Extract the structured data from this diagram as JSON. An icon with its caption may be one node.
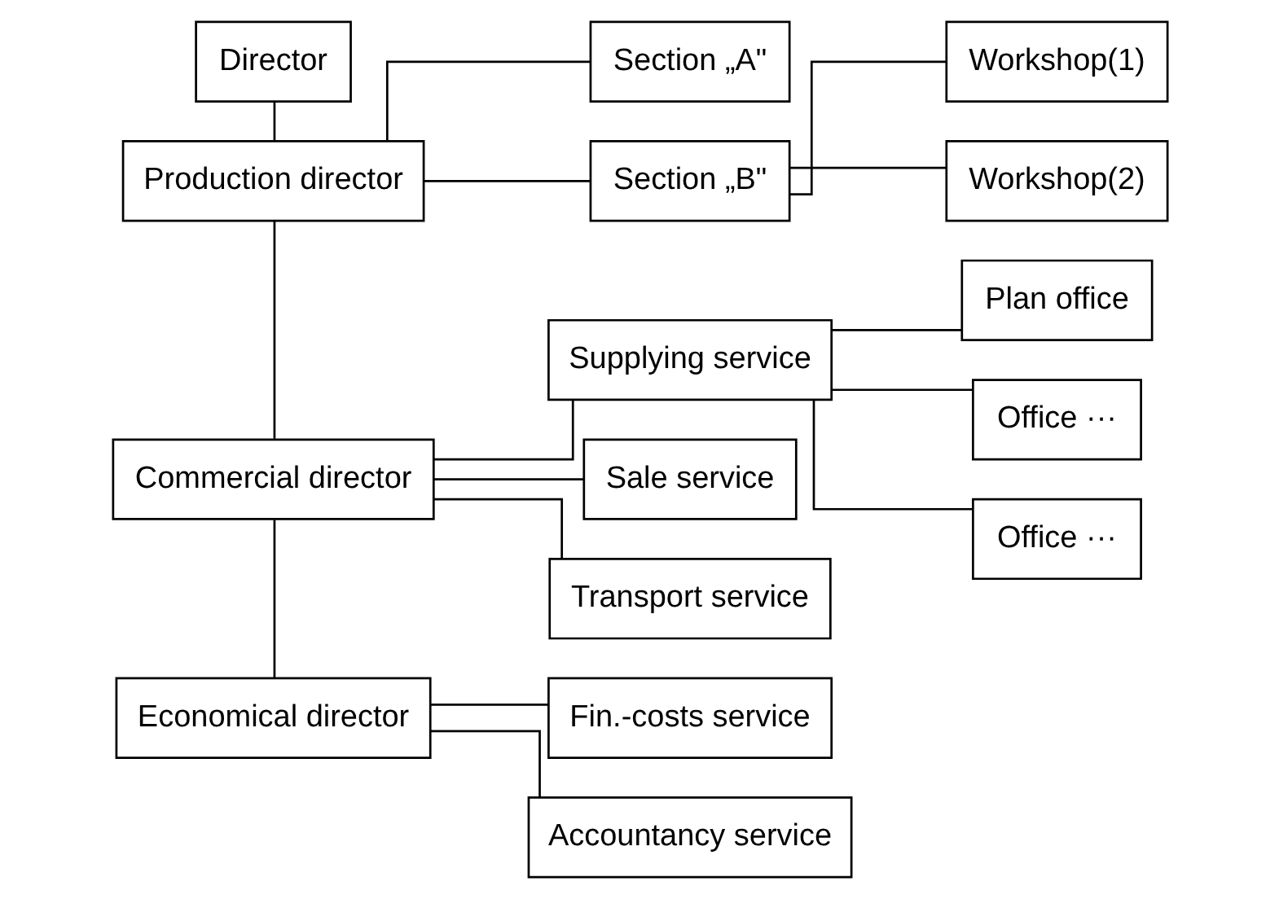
{
  "diagram": {
    "nodes": [
      {
        "text": [
          "Director"
        ]
      },
      {
        "text": [
          "Production director"
        ]
      },
      {
        "text": [
          "Commercial director"
        ]
      },
      {
        "text": [
          "Economical director"
        ]
      },
      {
        "text": [
          "Section „A\""
        ]
      },
      {
        "text": [
          "Section „B\""
        ]
      },
      {
        "text": [
          "Supplying service"
        ]
      },
      {
        "text": [
          "Sale service"
        ]
      },
      {
        "text": [
          "Transport service"
        ]
      },
      {
        "text": [
          "Fin.-costs service"
        ]
      },
      {
        "text": [
          "Accountancy service"
        ]
      },
      {
        "text": [
          "Workshop(1)"
        ]
      },
      {
        "text": [
          "Workshop(2)"
        ]
      },
      {
        "text": [
          "Plan office"
        ]
      },
      {
        "text": [
          "Office ···"
        ]
      },
      {
        "text": [
          "Office ···"
        ]
      }
    ],
    "edges": [
      {
        "from": 0,
        "to": 1,
        "arrow": "none"
      },
      {
        "from": 1,
        "to": 2,
        "arrow": "none"
      },
      {
        "from": 2,
        "to": 3,
        "arrow": "none"
      },
      {
        "from": 1,
        "to": 4,
        "arrow": "none"
      },
      {
        "from": 1,
        "to": 5,
        "arrow": "none"
      },
      {
        "from": 2,
        "to": 6,
        "arrow": "none"
      },
      {
        "from": 2,
        "to": 7,
        "arrow": "none"
      },
      {
        "from": 2,
        "to": 8,
        "arrow": "none"
      },
      {
        "from": 3,
        "to": 9,
        "arrow": "none"
      },
      {
        "from": 3,
        "to": 10,
        "arrow": "none"
      },
      {
        "from": 5,
        "to": 11,
        "arrow": "none"
      },
      {
        "from": 5,
        "to": 12,
        "arrow": "none"
      },
      {
        "from": 6,
        "to": 13,
        "arrow": "none"
      },
      {
        "from": 6,
        "to": 14,
        "arrow": "none"
      },
      {
        "from": 6,
        "to": 15,
        "arrow": "none"
      }
    ]
  }
}
